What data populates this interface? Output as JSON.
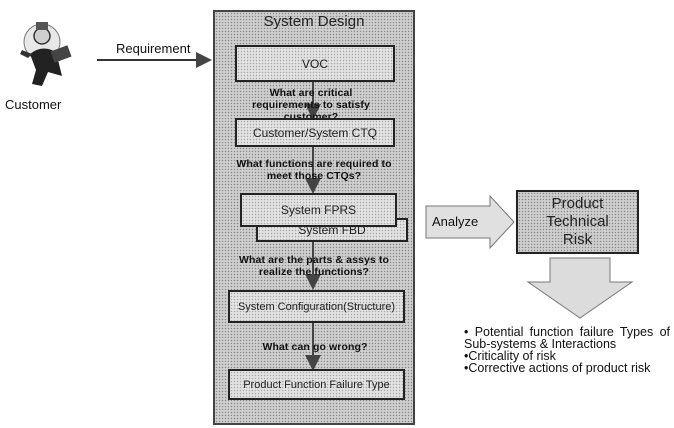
{
  "customer": {
    "label": "Customer",
    "icon": "customer-person-icon"
  },
  "requirement_label": "Requirement",
  "system_design": {
    "title": "System Design",
    "boxes": {
      "voc": "VOC",
      "ctq": "Customer/System CTQ",
      "fprs": "System FPRS",
      "fbd": "System FBD",
      "config": "System Configuration(Structure)",
      "failure": "Product Function Failure Type"
    },
    "questions": {
      "q1": "What are critical requirements to satisfy customer?",
      "q2": "What functions are required to meet those CTQs?",
      "q3": "What are the parts & assys to realize the functions?",
      "q4": "What can go wrong?"
    }
  },
  "analyze_label": "Analyze",
  "risk_box": "Product Technical Risk",
  "bullets": [
    "• Potential function failure Types of Sub-systems & Interactions",
    "•Criticality of risk",
    "•Corrective actions of product risk"
  ],
  "colors": {
    "panel": "#cfcfcf",
    "border": "#222222"
  }
}
